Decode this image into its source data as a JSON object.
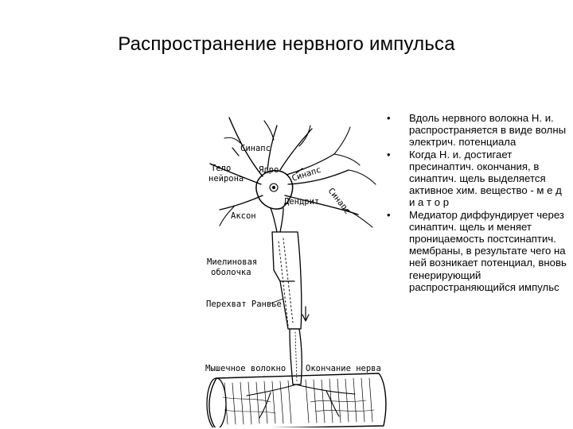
{
  "slide": {
    "title": "Распространение нервного импульса"
  },
  "figure": {
    "labels": {
      "synapse_top": "Синапс",
      "cell_body": [
        "Тело",
        "нейрона"
      ],
      "nucleus": "Ядро",
      "synapse_right": "Синапс",
      "synapse_far": "Синапс",
      "dendrite": "Дендрит",
      "axon": "Аксон",
      "myelin": [
        "Миелиновая",
        "оболочка"
      ],
      "ranvier": "Перехват Ранвье",
      "muscle_fiber": "Мышечное волокно",
      "nerve_ending": "Окончание нерва"
    }
  },
  "bullets": [
    {
      "marker": "•",
      "text": "Вдоль нервного волокна Н. и. распространяется в виде волны электрич. потенциала"
    },
    {
      "marker": "•",
      "text": "Когда Н. и. достигает пресинаптич. окончания, в синаптич. щель выделяется активное хим. вещество - м е д и а т о р"
    },
    {
      "marker": "•",
      "text": "Медиатор диффундирует через синаптич. щель и меняет проницаемость постсинаптич. мембраны, в результате чего на ней возникает потенциал, вновь генерирующий распространяющийся импульс"
    }
  ]
}
